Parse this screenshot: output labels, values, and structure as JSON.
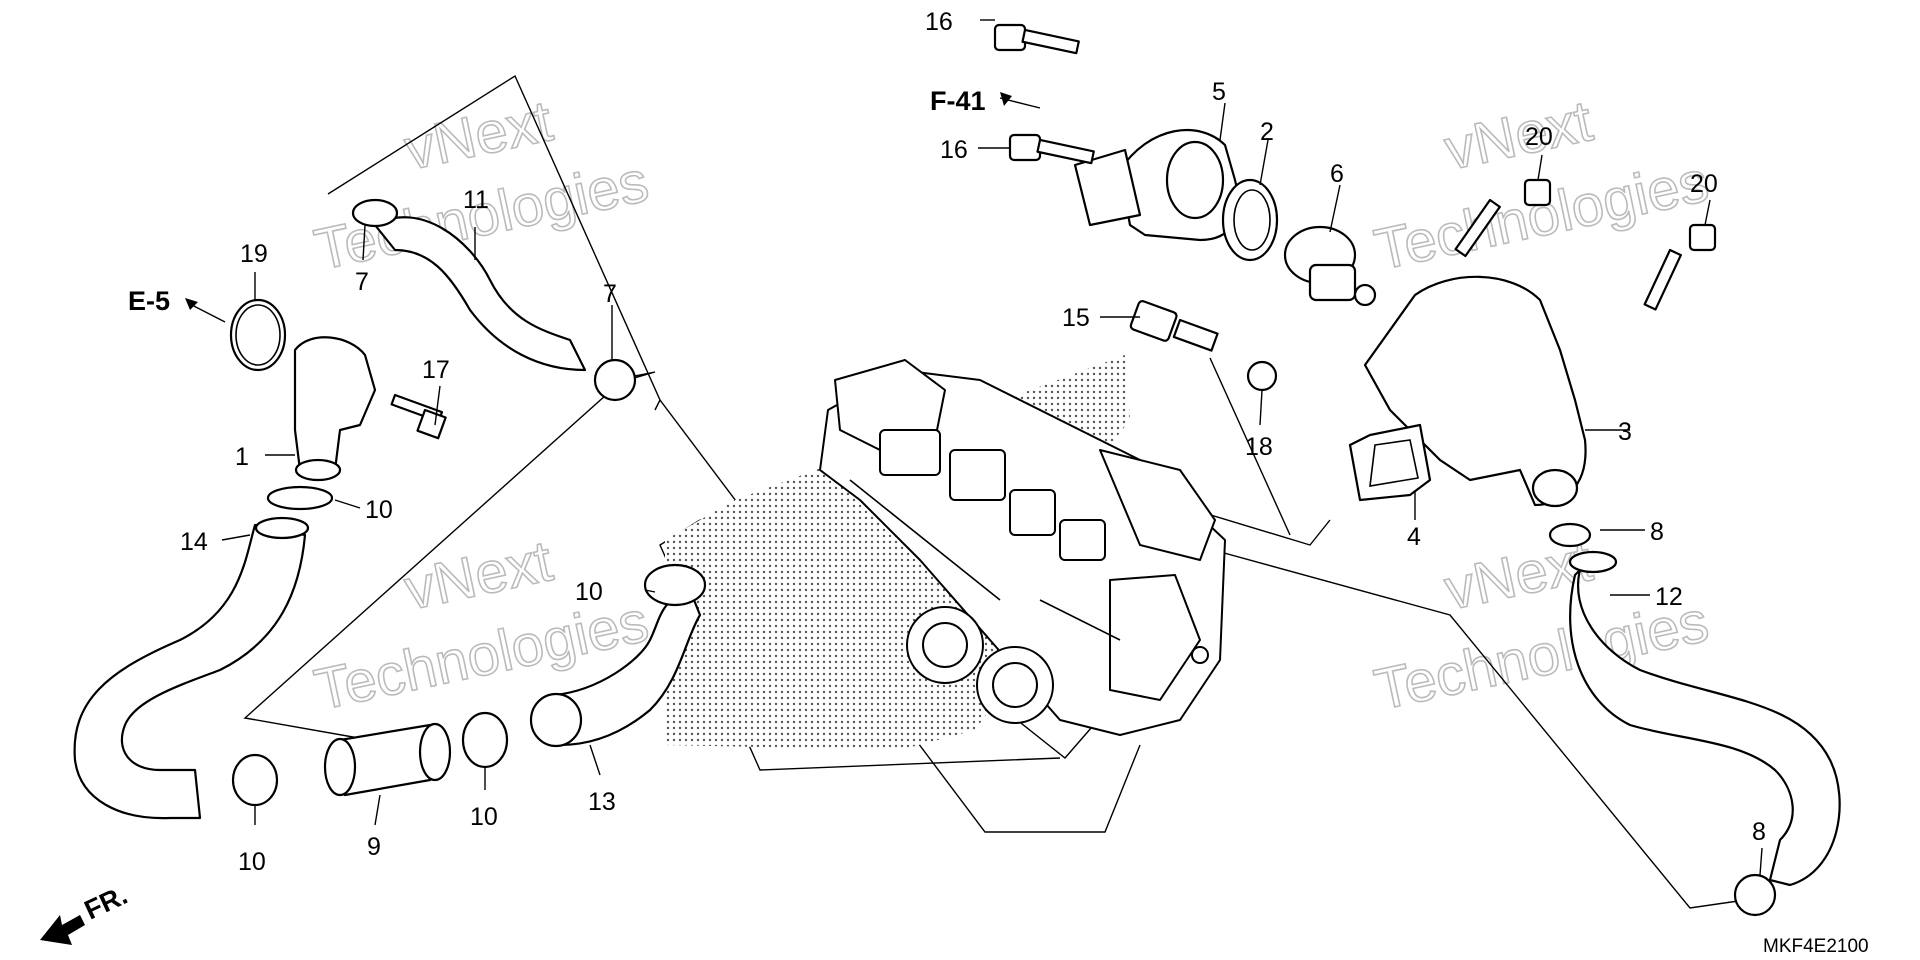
{
  "diagram": {
    "code": "MKF4E2100",
    "front_label": "FR.",
    "refs": {
      "f41": "F-41",
      "e5": "E-5"
    },
    "watermark": {
      "line1": "vNext",
      "line2": "Technologies"
    },
    "callouts": {
      "c1": "1",
      "c2": "2",
      "c3": "3",
      "c4": "4",
      "c5": "5",
      "c6": "6",
      "c7a": "7",
      "c7b": "7",
      "c8a": "8",
      "c8b": "8",
      "c9": "9",
      "c10a": "10",
      "c10b": "10",
      "c10c": "10",
      "c10d": "10",
      "c11": "11",
      "c12": "12",
      "c13": "13",
      "c14": "14",
      "c15": "15",
      "c16a": "16",
      "c16b": "16",
      "c17": "17",
      "c18": "18",
      "c19": "19",
      "c20a": "20",
      "c20b": "20"
    }
  }
}
